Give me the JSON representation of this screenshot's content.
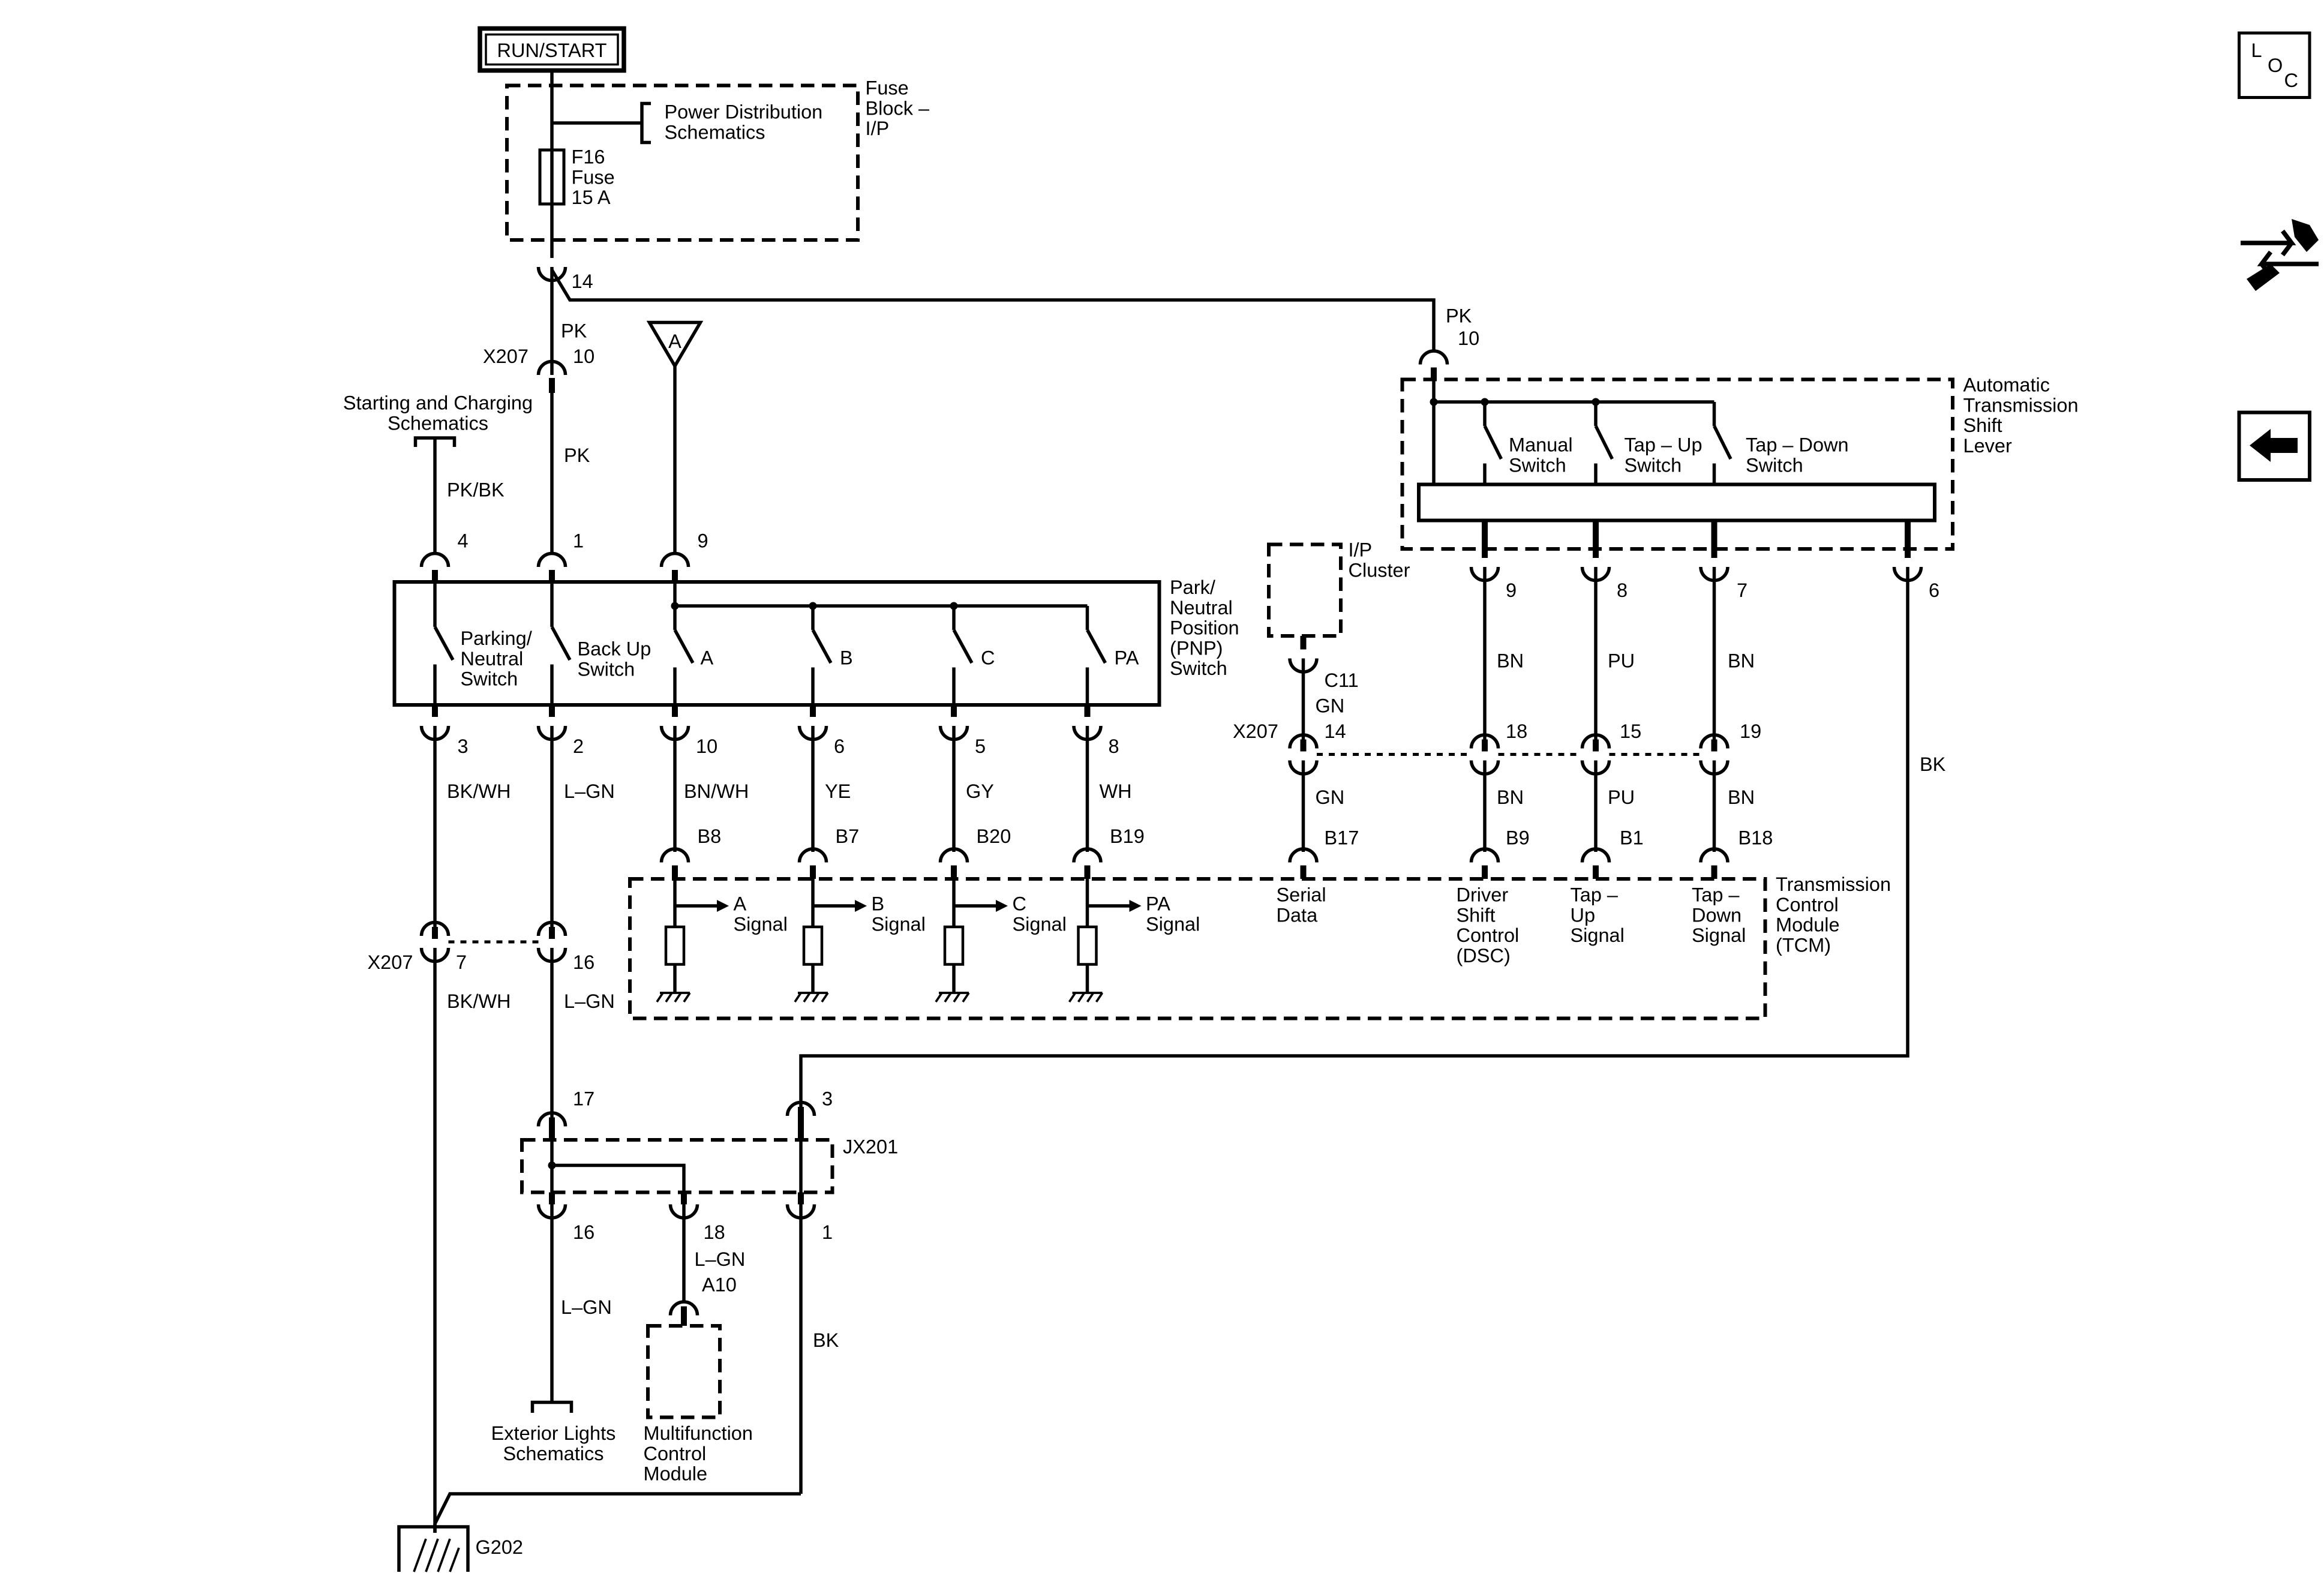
{
  "power": {
    "run_start": "RUN/START"
  },
  "fuse_block": {
    "name": "Fuse\nBlock –\nI/P",
    "pds": "Power Distribution\nSchematics",
    "fuse": "F16\nFuse\n15 A"
  },
  "nodes": {
    "c14": "14",
    "pk_a": "PK",
    "x207_a": "X207",
    "c10_a": "10",
    "pk_b": "PK",
    "pk_r": "PK",
    "c10_r": "10",
    "a_ref": "A",
    "start_charge": "Starting and Charging\nSchematics",
    "pkbk": "PK/BK",
    "p4": "4",
    "p1": "1",
    "p9": "9"
  },
  "pnp": {
    "name": "Park/\nNeutral\nPosition\n(PNP)\nSwitch",
    "park_neutral": "Parking/\nNeutral\nSwitch",
    "backup": "Back Up\nSwitch",
    "sw_a": "A",
    "sw_b": "B",
    "sw_c": "C",
    "sw_pa": "PA",
    "p3": "3",
    "p2": "2",
    "p10": "10",
    "p6": "6",
    "p5": "5",
    "p8": "8"
  },
  "wires": {
    "bkwh": "BK/WH",
    "lgn": "L–GN",
    "bnwh": "BN/WH",
    "ye": "YE",
    "gy": "GY",
    "wh": "WH",
    "b8": "B8",
    "b7": "B7",
    "b20": "B20",
    "b19": "B19",
    "x207_b": "X207",
    "c7": "7",
    "c16": "16",
    "bkwh2": "BK/WH",
    "lgn2": "L–GN"
  },
  "tcm": {
    "name": "Transmission\nControl\nModule\n(TCM)",
    "a_sig": "A\nSignal",
    "b_sig": "B\nSignal",
    "c_sig": "C\nSignal",
    "pa_sig": "PA\nSignal",
    "serial": "Serial\nData",
    "dsc": "Driver\nShift\nControl\n(DSC)",
    "tapup": "Tap –\nUp\nSignal",
    "tapdown": "Tap –\nDown\nSignal"
  },
  "shift_lever": {
    "name": "Automatic\nTransmission\nShift\nLever",
    "manual": "Manual\nSwitch",
    "tapup": "Tap – Up\nSwitch",
    "tapdown": "Tap – Down\nSwitch",
    "p9": "9",
    "p8": "8",
    "p7": "7",
    "p6": "6",
    "bn1": "BN",
    "pu1": "PU",
    "bn2": "BN",
    "bk": "BK"
  },
  "cluster": {
    "name": "I/P\nCluster",
    "c11": "C11",
    "gn": "GN",
    "x207": "X207",
    "c14": "14",
    "gn2": "GN",
    "b17": "B17"
  },
  "x207_row": {
    "c18": "18",
    "c15": "15",
    "c19": "19",
    "bn_a": "BN",
    "pu": "PU",
    "bn_b": "BN",
    "b9": "B9",
    "b1": "B1",
    "b18": "B18"
  },
  "jx201": {
    "name": "JX201",
    "c17": "17",
    "c3": "3",
    "c16": "16",
    "c18": "18",
    "c1": "1",
    "lgn": "L–GN",
    "a10": "A10",
    "lgn2": "L–GN",
    "bk": "BK"
  },
  "bottom": {
    "ext_lights": "Exterior Lights\nSchematics",
    "mcm": "Multifunction\nControl\nModule",
    "g202": "G202"
  },
  "side": {
    "loc_l": "L",
    "loc_o": "O",
    "loc_c": "C"
  }
}
